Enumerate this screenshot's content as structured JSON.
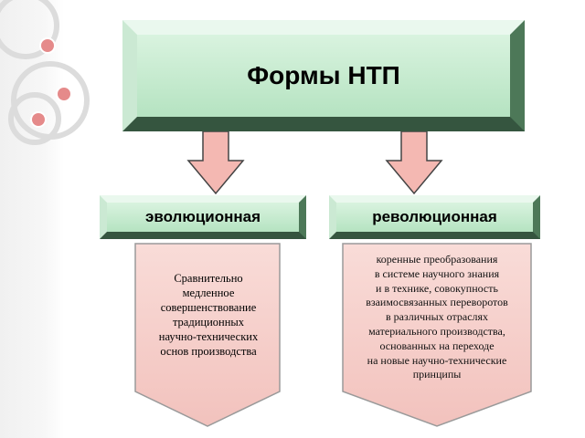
{
  "title": "Формы НТП",
  "left_branch": {
    "label": "эволюционная",
    "text_lines": [
      "Сравнительно",
      "медленное",
      "совершенствование",
      "традиционных",
      "научно-технических",
      "основ производства"
    ]
  },
  "right_branch": {
    "label": "революционная",
    "text_lines": [
      "коренные преобразования",
      "в системе научного знания",
      "и в технике, совокупность",
      "взаимосвязанных переворотов",
      "в различных отраслях",
      "материального производства,",
      "основанных на переходе",
      "на новые научно-технические",
      "принципы"
    ]
  },
  "colors": {
    "box_fill": "#c6ebd0",
    "box_border": "#4d7858",
    "arrow_fill": "#f3b3ad",
    "shield_fill": "#f7d2cf",
    "decor_circles": "#e87d7d"
  }
}
